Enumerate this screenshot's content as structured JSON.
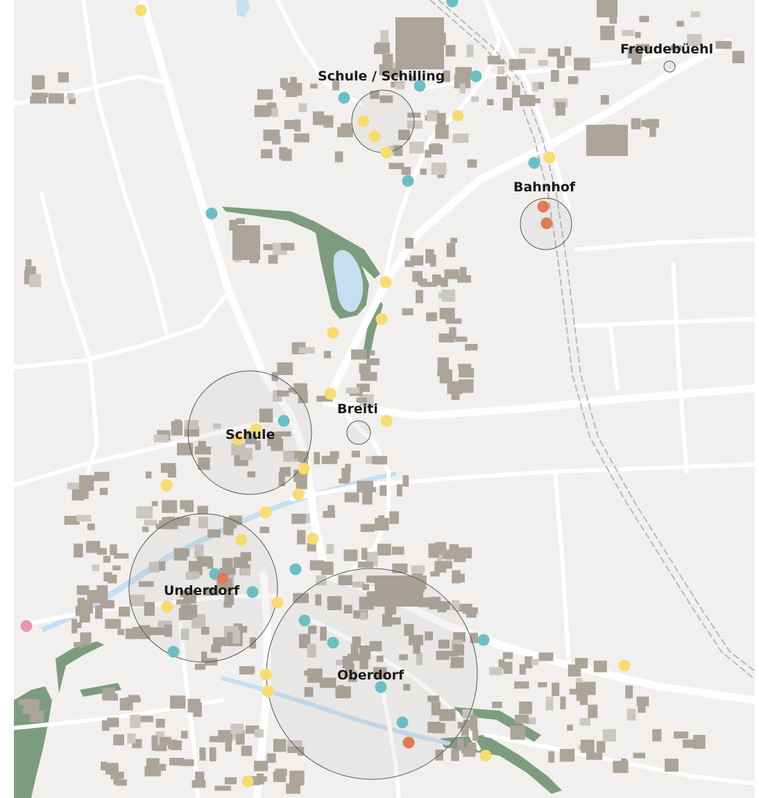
{
  "map": {
    "colors": {
      "background": "#f1f0ee",
      "road": "#ffffff",
      "building": "#aca499",
      "building_light": "#cbc7c2",
      "green": "#7d9c7e",
      "water": "#c6dff0",
      "rail": "#b8b8b8",
      "dot_yellow": "#f7dc6f",
      "dot_teal": "#6bbfc4",
      "dot_orange": "#e07b54",
      "dot_pink": "#ef93b1",
      "circle_stroke": "#555555"
    },
    "labels": {
      "freudebuehl": "Freudebüehl",
      "schule_schilling": "Schule / Schilling",
      "bahnhof": "Bahnhof",
      "breiti": "Breiti",
      "schule": "Schule",
      "underdorf": "Underdorf",
      "oberdorf": "Oberdorf"
    },
    "markers": {
      "yellow_count": 26,
      "teal_count": 17,
      "orange_count": 4,
      "pink_count": 1
    }
  }
}
